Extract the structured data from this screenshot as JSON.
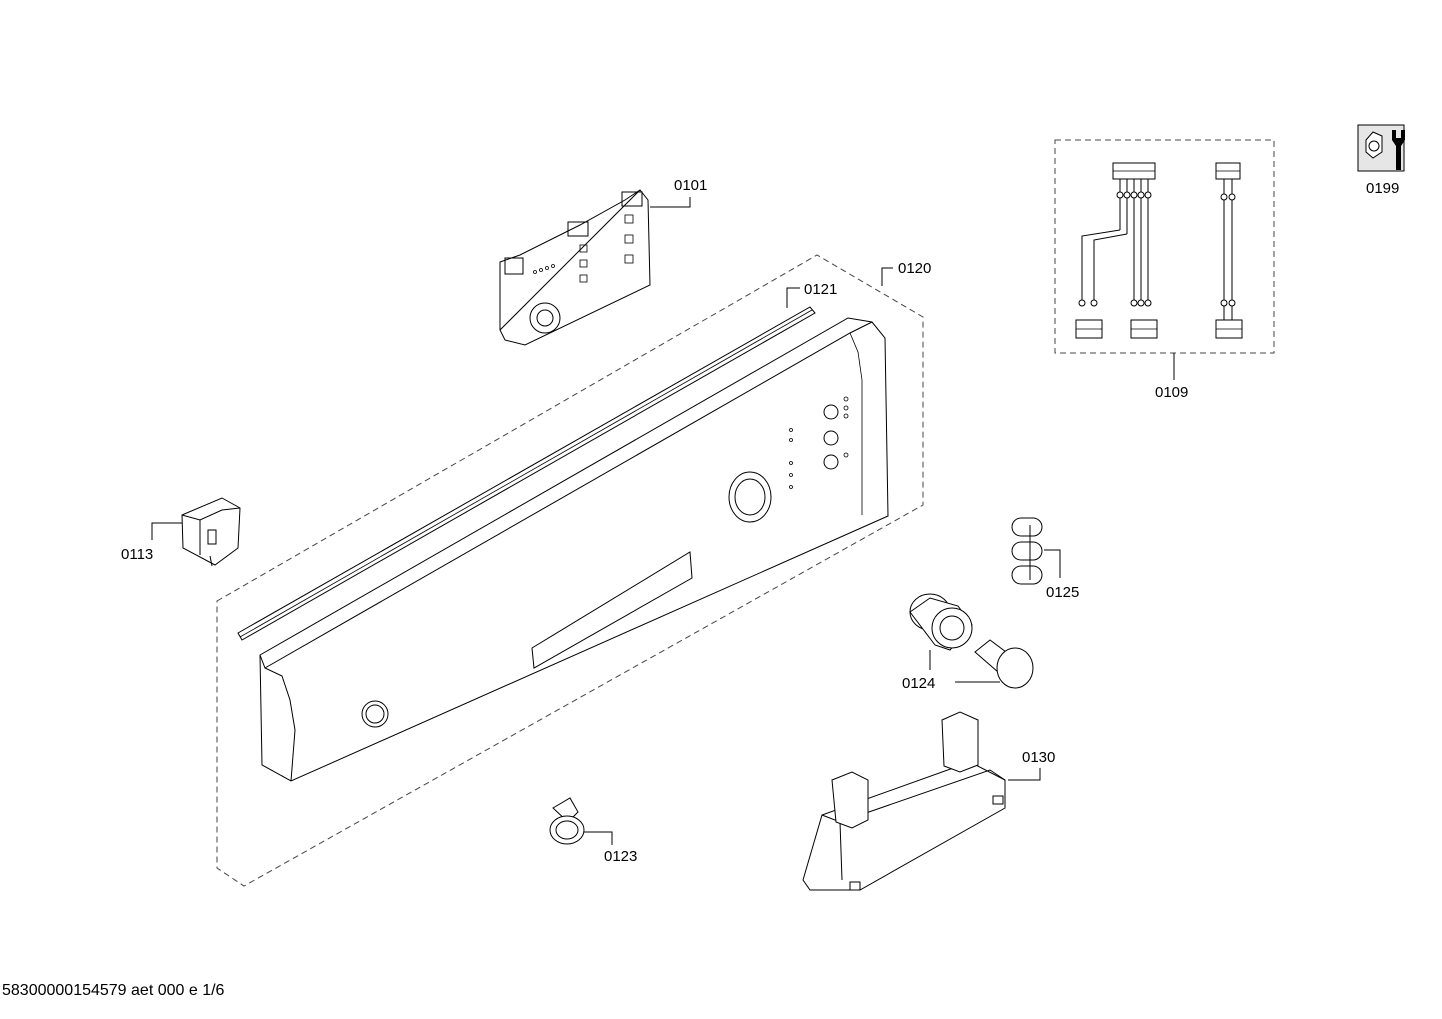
{
  "parts": [
    {
      "id": "p0101",
      "number": "0101"
    },
    {
      "id": "p0120",
      "number": "0120"
    },
    {
      "id": "p0121",
      "number": "0121"
    },
    {
      "id": "p0109",
      "number": "0109"
    },
    {
      "id": "p0199",
      "number": "0199"
    },
    {
      "id": "p0113",
      "number": "0113"
    },
    {
      "id": "p0125",
      "number": "0125"
    },
    {
      "id": "p0124",
      "number": "0124"
    },
    {
      "id": "p0130",
      "number": "0130"
    },
    {
      "id": "p0123",
      "number": "0123"
    }
  ],
  "footer": {
    "text": "58300000154579 aet 000 e 1/6"
  }
}
